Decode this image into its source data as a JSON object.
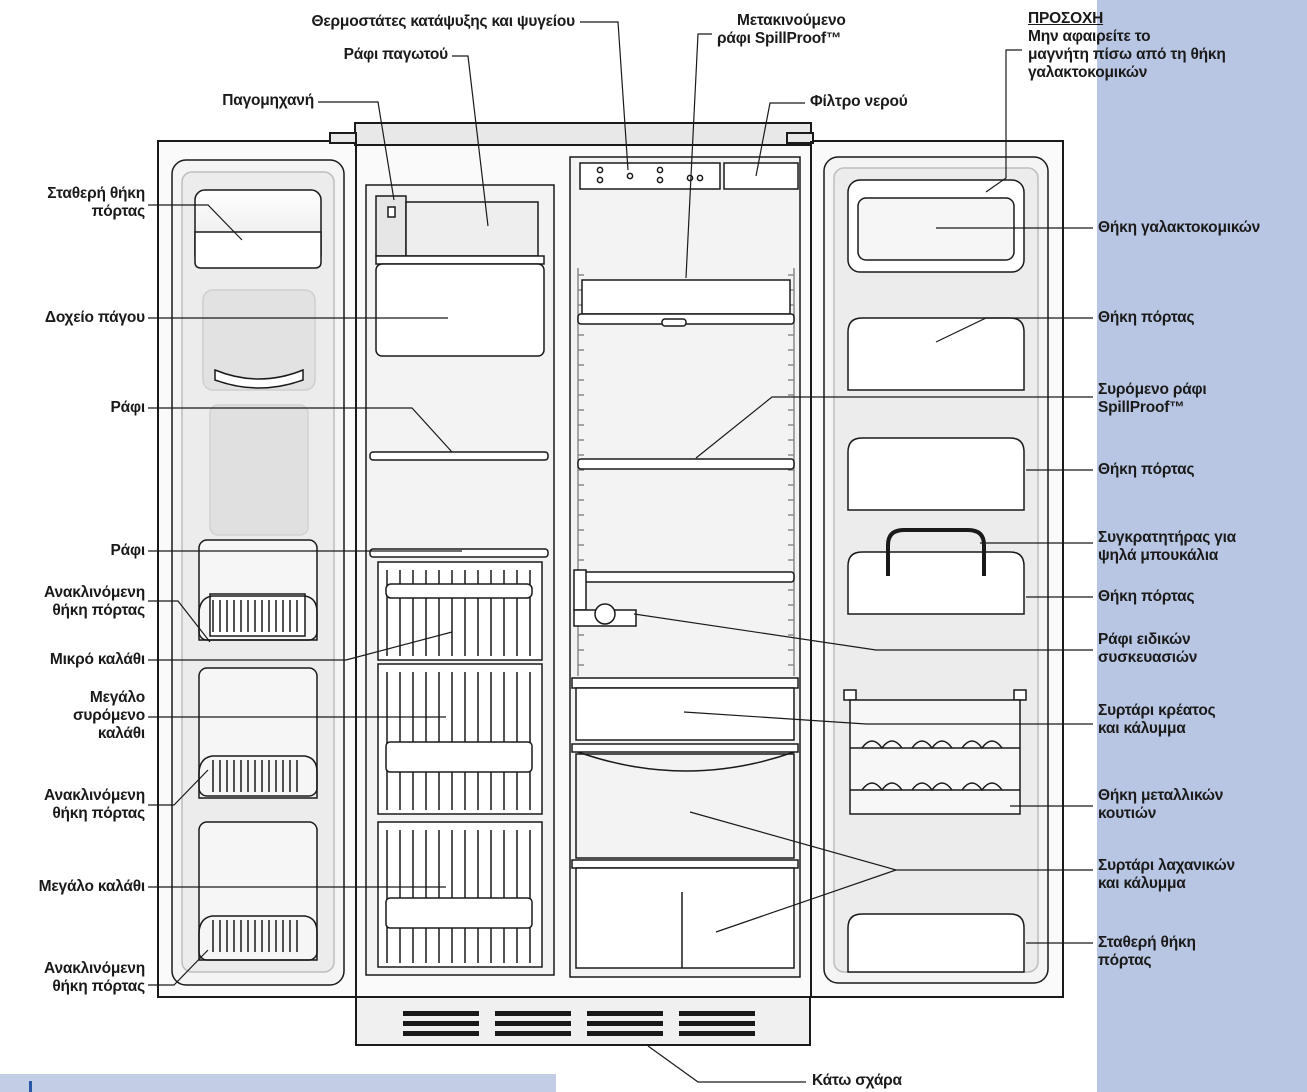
{
  "labels": {
    "freezer_thermostats": "Θερμοστάτες κατάψυξης και ψυγείου",
    "movable_shelf_line1": "Μετακινούμενο",
    "movable_shelf_line2": "ράφι SpillProof™",
    "caution_title": "ΠΡΟΣΟΧΗ",
    "caution_text_line1": "Μην αφαιρείτε το",
    "caution_text_line2": "μαγνήτη πίσω από τη θήκη",
    "caution_text_line3": "γαλακτοκομικών",
    "ice_shelf": "Ράφι παγωτού",
    "ice_maker": "Παγομηχανή",
    "water_filter": "Φίλτρο νερού",
    "fixed_door_bin_top_line1": "Σταθερή θήκη",
    "fixed_door_bin_top_line2": "πόρτας",
    "dairy_bin": "Θήκη γαλακτοκομικών",
    "ice_bin": "Δοχείο πάγου",
    "door_bin_1": "Θήκη πόρτας",
    "shelf_1": "Ράφι",
    "sliding_shelf_line1": "Συρόμενο ράφι",
    "sliding_shelf_line2": "SpillProof™",
    "door_bin_2": "Θήκη πόρτας",
    "shelf_2": "Ράφι",
    "tall_bottle_line1": "Συγκρατητήρας για",
    "tall_bottle_line2": "ψηλά μπουκάλια",
    "tilt_bin_1_line1": "Ανακλινόμενη",
    "tilt_bin_1_line2": "θήκη πόρτας",
    "door_bin_3": "Θήκη πόρτας",
    "special_pkg_line1": "Ράφι ειδικών",
    "special_pkg_line2": "συσκευασιών",
    "small_basket": "Μικρό καλάθι",
    "large_sliding_line1": "Μεγάλο",
    "large_sliding_line2": "συρόμενο",
    "large_sliding_line3": "καλάθι",
    "meat_drawer_line1": "Συρτάρι κρέατος",
    "meat_drawer_line2": "και κάλυμμα",
    "can_rack_line1": "Θήκη μεταλλικών",
    "can_rack_line2": "κουτιών",
    "tilt_bin_2_line1": "Ανακλινόμενη",
    "tilt_bin_2_line2": "θήκη πόρτας",
    "veg_drawer_line1": "Συρτάρι λαχανικών",
    "veg_drawer_line2": "και κάλυμμα",
    "large_basket": "Μεγάλο καλάθι",
    "fixed_door_bin_bottom_line1": "Σταθερή θήκη",
    "fixed_door_bin_bottom_line2": "πόρτας",
    "tilt_bin_3_line1": "Ανακλινόμενη",
    "tilt_bin_3_line2": "θήκη πόρτας",
    "bottom_grille": "Κάτω σχάρα"
  },
  "colors": {
    "accent_band": "#b9c6e3",
    "line": "#1a1a1a",
    "cavity": "#f3f3f3",
    "shade": "#dcdcdc"
  }
}
